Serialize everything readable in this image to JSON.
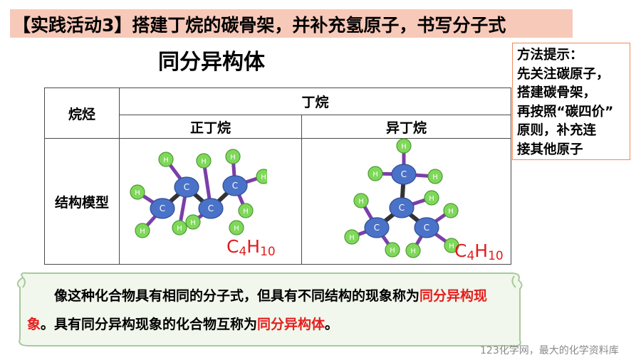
{
  "header": {
    "title": "【实践活动3】搭建丁烷的碳骨架，并补充氢原子，书写分子式",
    "subtitle": "同分异构体"
  },
  "hint": {
    "lines": [
      "方法提示：",
      "先关注碳原子，",
      "搭建碳骨架，",
      "再按照“碳四价”",
      "原则，补充连",
      "接其他原子"
    ]
  },
  "table": {
    "row_header_1": "烷烃",
    "group_header": "丁烷",
    "col_1": "正丁烷",
    "col_2": "异丁烷",
    "row_header_2": "结构模型"
  },
  "models": {
    "carbon_label": "C",
    "hydrogen_label": "H",
    "formula_n": {
      "c": "C",
      "c_sub": "4",
      "h": "H",
      "h_sub": "10"
    },
    "formula_iso": {
      "c": "C",
      "c_sub": "4",
      "h": "H",
      "h_sub": "10"
    }
  },
  "definition": {
    "part1": "像这种化合物具有相同的分子式，但具有不同结构的现象称为",
    "term1": "同分异构现象",
    "part2": "。具有同分异构现象的化合物互称为",
    "term2": "同分异构体",
    "part3": "。"
  },
  "watermark": "123化学网，最大的化学资料库",
  "colors": {
    "title_bg": "#f7c9b9",
    "highlight": "#e41e1e",
    "carbon": "#4a72c8",
    "hydrogen": "#7fd85a",
    "bond_ch": "#7a3fa8",
    "bond_cc": "#333333",
    "hint_border": "#ee8a5a",
    "scroll_bg": "#f1f7ec",
    "scroll_border": "#a8c99a"
  }
}
